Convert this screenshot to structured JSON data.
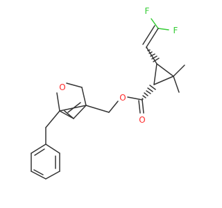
{
  "atoms": {
    "f1": "F",
    "f2": "F",
    "o_ring": "O",
    "o_ester": "O",
    "o_carbonyl": "O"
  },
  "colors": {
    "bond": "#333333",
    "oxygen": "#ff2a2a",
    "fluorine": "#33cc33",
    "background": "#ffffff"
  }
}
